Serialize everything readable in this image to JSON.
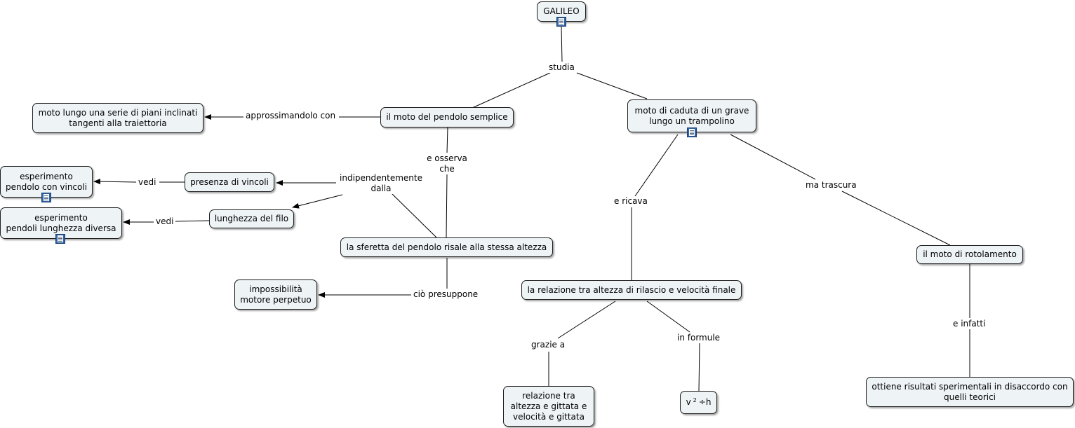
{
  "concepts": {
    "galileo": "GALILEO",
    "pendolo_semplice": "il moto del pendolo semplice",
    "caduta_grave": [
      "moto di caduta di un grave",
      "lungo un trampolino"
    ],
    "piani_inclinati": [
      "moto lungo una serie di piani inclinati",
      "tangenti alla traiettoria"
    ],
    "esperimento_vincoli": [
      "esperimento",
      "pendolo con vincoli"
    ],
    "presenza_vincoli": "presenza di vincoli",
    "esperimento_lunghezza": [
      "esperimento",
      "pendoli lunghezza diversa"
    ],
    "lunghezza_filo": "lunghezza del filo",
    "sferetta": "la sferetta del pendolo risale alla stessa altezza",
    "impossibilita": [
      "impossibilità",
      "motore perpetuo"
    ],
    "relazione_altezza": "la relazione tra altezza di rilascio e velocità finale",
    "rotolamento": "il moto di rotolamento",
    "gittata": [
      "relazione tra",
      "altezza e gittata e",
      "velocità e gittata"
    ],
    "formula": {
      "v": "v",
      "exp": "2",
      "rest": "÷h"
    },
    "risultati": [
      "ottiene risultati sperimentali in disaccordo con",
      "quelli teorici"
    ]
  },
  "links": {
    "studia": "studia",
    "approssimandolo": "approssimandolo con",
    "e_osserva": [
      "e osserva",
      "che"
    ],
    "indipendentemente": [
      "indipendentemente",
      "dalla"
    ],
    "vedi_1": "vedi",
    "vedi_2": "vedi",
    "cio_presuppone": "ciò presuppone",
    "e_ricava": "e ricava",
    "ma_trascura": "ma trascura",
    "grazie_a": "grazie a",
    "in_formule": "in formule",
    "e_infatti": "e infatti"
  },
  "resource_icons": [
    "document-icon",
    "document-icon",
    "document-icon",
    "document-icon"
  ],
  "colors": {
    "node_fill": "#eef3f6",
    "node_border": "#1e1e1e",
    "line": "#000000",
    "resource_icon": "#2f64a8"
  }
}
